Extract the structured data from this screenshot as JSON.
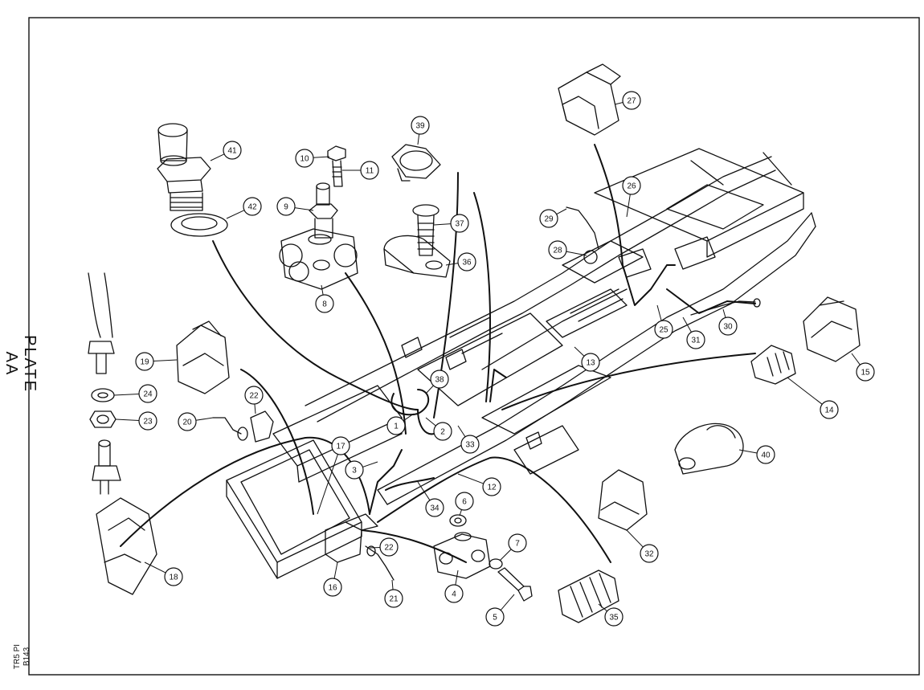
{
  "plate": {
    "title": "PLATE AA",
    "code": "B143",
    "model": "TR5 PI"
  },
  "callouts": [
    "1",
    "2",
    "3",
    "4",
    "5",
    "6",
    "7",
    "8",
    "9",
    "10",
    "11",
    "12",
    "13",
    "14",
    "15",
    "16",
    "17",
    "18",
    "19",
    "20",
    "21",
    "22",
    "22",
    "23",
    "24",
    "25",
    "26",
    "27",
    "28",
    "29",
    "30",
    "31",
    "32",
    "33",
    "34",
    "35",
    "36",
    "37",
    "38",
    "39",
    "40",
    "41",
    "42"
  ]
}
